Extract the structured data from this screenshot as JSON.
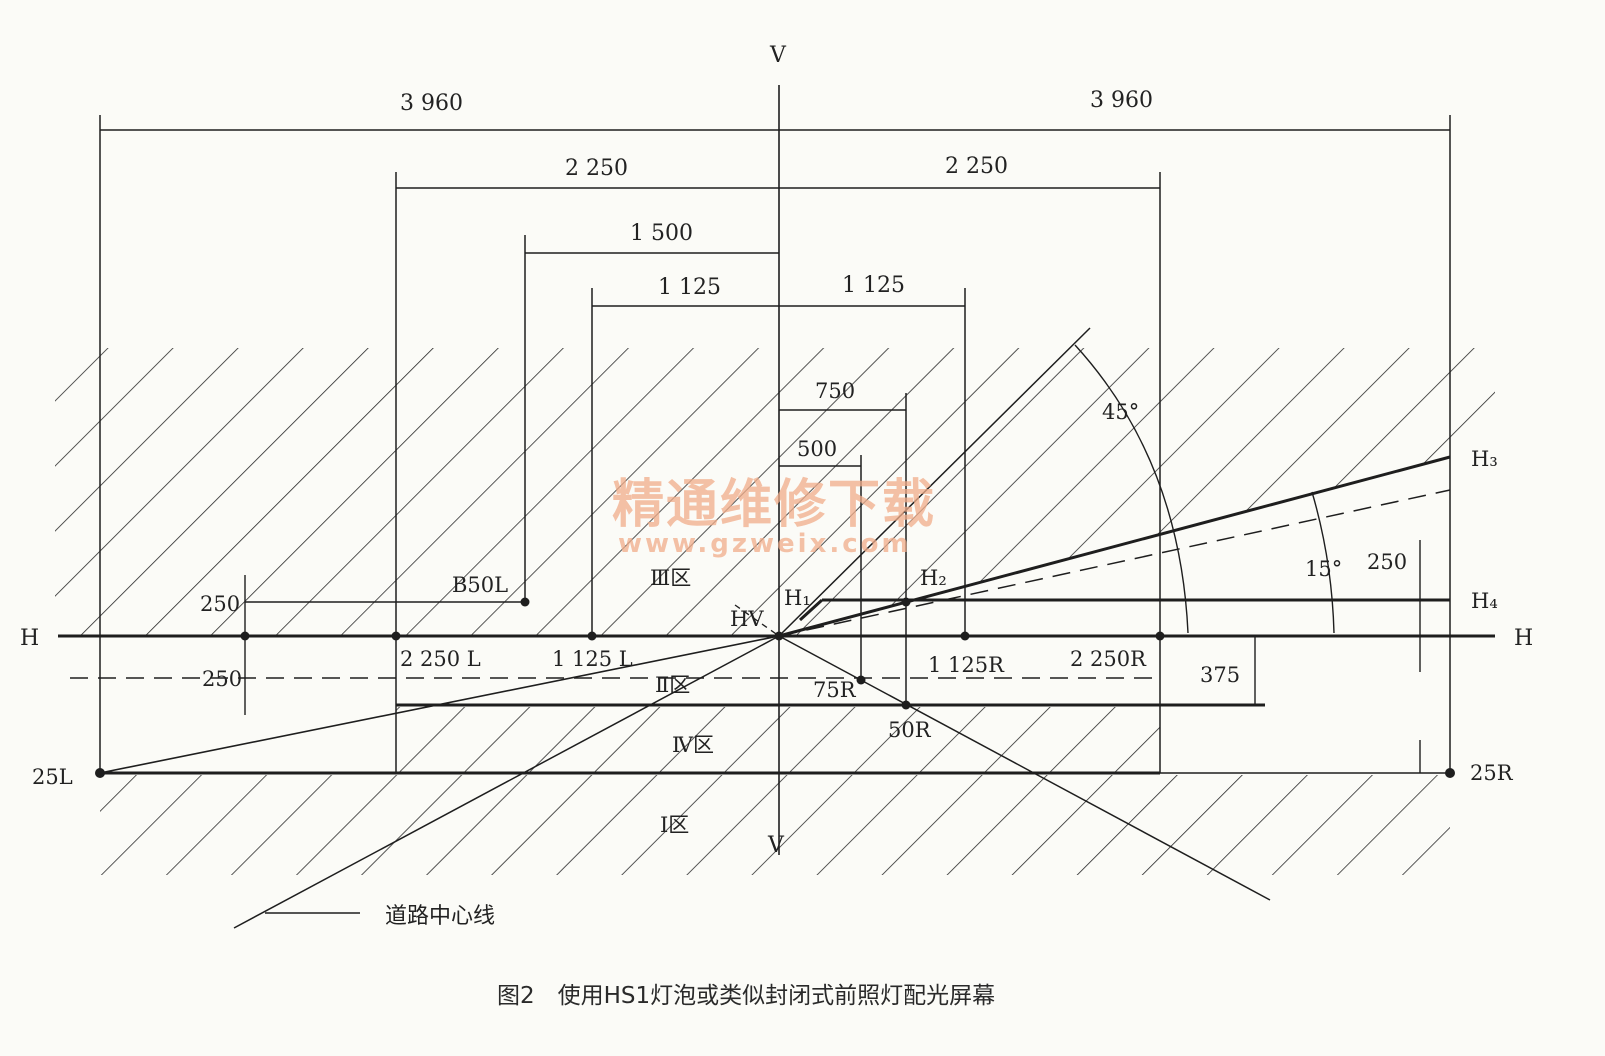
{
  "caption": "图2　使用HS1灯泡或类似封闭式前照灯配光屏幕",
  "watermark": {
    "line1": "精通维修下载",
    "line2": "www.gzweix.com"
  },
  "axes": {
    "v_top": "V",
    "v_bottom": "V",
    "h_left": "H",
    "h_right": "H"
  },
  "dimensions": {
    "d3960_left": "3 960",
    "d3960_right": "3 960",
    "d2250_left": "2 250",
    "d2250_right": "2 250",
    "d1500": "1 500",
    "d1125_left": "1 125",
    "d1125_right": "1 125",
    "d750": "750",
    "d500": "500",
    "d250_up": "250",
    "d250_down": "250",
    "d250_right": "250",
    "d375": "375"
  },
  "angles": {
    "a45": "45°",
    "a15": "15°"
  },
  "points": {
    "B50L": "B50L",
    "HV": "HV",
    "H1": "H₁",
    "H2": "H₂",
    "H3": "H₃",
    "H4": "H₄",
    "p2250L": "2 250 L",
    "p1125L": "1 125 L",
    "p1125R": "1 125R",
    "p2250R": "2 250R",
    "p75R": "75R",
    "p50R": "50R",
    "p25L": "25L",
    "p25R": "25R"
  },
  "zones": {
    "z3": "Ⅲ区",
    "z2": "Ⅱ区",
    "z4": "Ⅳ区",
    "z1": "Ⅰ区"
  },
  "road_center_label": "道路中心线"
}
